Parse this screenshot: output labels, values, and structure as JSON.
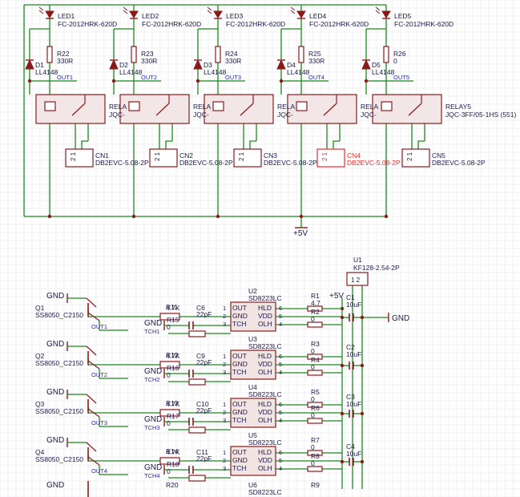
{
  "colors": {
    "wire": "#1a8a1a",
    "part": "#8a1a1a",
    "text_dark": "#1a1a4a",
    "net_label": "#2a2ab0",
    "highlight": "#e03030",
    "grid": "#e6e6ef",
    "relay_fill": "#f2e6e6",
    "chip_fill": "#f3e4e4"
  },
  "top": {
    "leds": [
      {
        "ref": "LED1",
        "part": "FC-2012HRK-620D"
      },
      {
        "ref": "LED2",
        "part": "FC-2012HRK-620D"
      },
      {
        "ref": "LED3",
        "part": "FC-2012HRK-620D"
      },
      {
        "ref": "LED4",
        "part": "FC-2012HRK-620D"
      },
      {
        "ref": "LED5",
        "part": "FC-2012HRK-620D"
      }
    ],
    "resistors": [
      {
        "ref": "R22",
        "value": "330R"
      },
      {
        "ref": "R23",
        "value": "330R"
      },
      {
        "ref": "R24",
        "value": "330R"
      },
      {
        "ref": "R25",
        "value": "330R"
      },
      {
        "ref": "R26",
        "value": "0"
      }
    ],
    "diodes": [
      {
        "ref": "D1",
        "part": "LL4148"
      },
      {
        "ref": "D2",
        "part": "LL4148"
      },
      {
        "ref": "D3",
        "part": "LL4148"
      },
      {
        "ref": "D4",
        "part": "LL4148"
      },
      {
        "ref": "D5",
        "part": "LL4148"
      }
    ],
    "outs": [
      "OUT1",
      "OUT2",
      "OUT3",
      "OUT4",
      "OUT5"
    ],
    "relays": [
      {
        "ref": "RELA",
        "part": "JQC-"
      },
      {
        "ref": "RELA",
        "part": "JQC-"
      },
      {
        "ref": "RELA",
        "part": "JQC-"
      },
      {
        "ref": "RELA",
        "part": "JQC-"
      },
      {
        "ref": "RELAY5",
        "part": "JQC-3FF/05-1HS (551)"
      }
    ],
    "connectors": [
      {
        "ref": "CN1",
        "part": "DB2EVC-5.08-2P",
        "pins": "2  1"
      },
      {
        "ref": "CN2",
        "part": "DB2EVC-5.08-2P",
        "pins": "2  1"
      },
      {
        "ref": "CN3",
        "part": "DB2EVC-5.08-2P",
        "pins": "2  1"
      },
      {
        "ref": "CN4",
        "part": "DB2EVC-5.08-2P",
        "pins": "2  1"
      },
      {
        "ref": "CN5",
        "part": "DB2EVC-5.08-2P",
        "pins": "2  1"
      }
    ],
    "supply": "+5V"
  },
  "bottom": {
    "u1": {
      "ref": "U1",
      "part": "KF128-2.54-2P",
      "pins": "1  2"
    },
    "supply": "+5V",
    "gnd": "GND",
    "rows": [
      {
        "q": "Q1",
        "qpart": "SS8050_C2150",
        "out": "OUT1",
        "rb": "R11",
        "rb_val": "4.7K",
        "rt": "R15",
        "rt_val": "0",
        "c": "C6",
        "c_val": "22pF",
        "tch": "TCH1",
        "u": "U2",
        "upart": "SD8223LC",
        "r1": "R1",
        "r1_val": "4.7",
        "rr": "R2",
        "rr_val": "0",
        "cd": "C1",
        "cd_val": "10uF"
      },
      {
        "q": "Q2",
        "qpart": "SS8050_C2150",
        "out": "OUT2",
        "rb": "R12",
        "rb_val": "4.7K",
        "rt": "R16",
        "rt_val": "0",
        "c": "C9",
        "c_val": "22pF",
        "tch": "TCH2",
        "u": "U3",
        "upart": "SD8223LC",
        "r1": "R3",
        "r1_val": "0",
        "rr": "R4",
        "rr_val": "0",
        "cd": "C2",
        "cd_val": "10uF"
      },
      {
        "q": "Q3",
        "qpart": "SS8050_C2150",
        "out": "OUT3",
        "rb": "R13",
        "rb_val": "4.7K",
        "rt": "R17",
        "rt_val": "0",
        "c": "C10",
        "c_val": "22pF",
        "tch": "TCH3",
        "u": "U4",
        "upart": "SD8223LC",
        "r1": "R5",
        "r1_val": "0",
        "rr": "R6",
        "rr_val": "0",
        "cd": "C3",
        "cd_val": "10uF"
      },
      {
        "q": "Q4",
        "qpart": "SS8050_C2150",
        "out": "OUT4",
        "rb": "R14",
        "rb_val": "4.7K",
        "rt": "R18",
        "rt_val": "0",
        "c": "C11",
        "c_val": "22pF",
        "tch": "TCH4",
        "u": "U5",
        "upart": "SD8223LC",
        "r1": "R7",
        "r1_val": "0",
        "rr": "R8",
        "rr_val": "0",
        "cd": "C4",
        "cd_val": "10uF"
      }
    ],
    "partial": {
      "rb": "R20",
      "u": "U6",
      "upart": "SD8223LC",
      "r1": "R9"
    },
    "chip_pins": {
      "left": [
        "OUT",
        "GND",
        "TCH"
      ],
      "right": [
        "HLD",
        "VDD",
        "OLH"
      ],
      "lnum": [
        "1",
        "2",
        "3"
      ],
      "rnum": [
        "6",
        "5",
        "4"
      ]
    }
  }
}
